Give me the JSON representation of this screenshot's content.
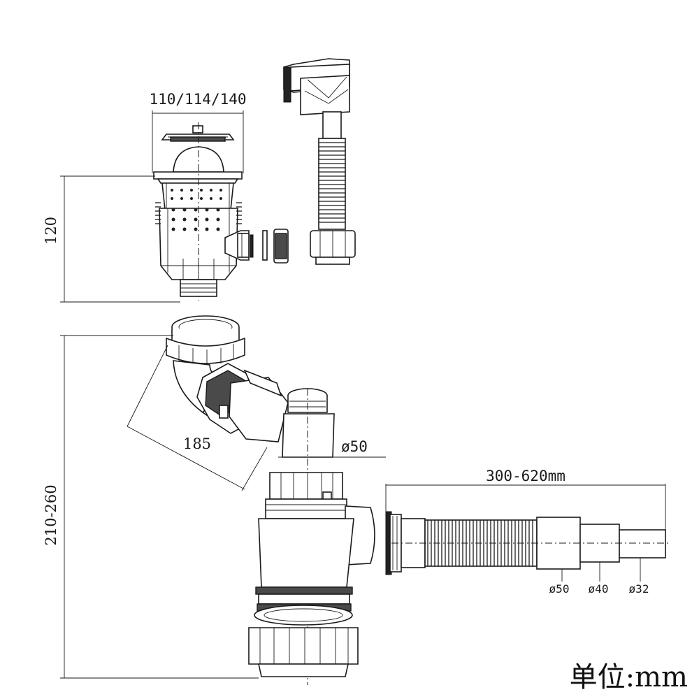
{
  "dimensions": {
    "basket_width": "110/114/140",
    "basket_height": "120",
    "elbow_length": "185",
    "pipe_diameter": "ø50",
    "total_height": "210-260",
    "hose_length": "300-620mm",
    "outlet_d50": "ø50",
    "outlet_d40": "ø40",
    "outlet_d32": "ø32"
  },
  "unit_label": "单位:mm"
}
